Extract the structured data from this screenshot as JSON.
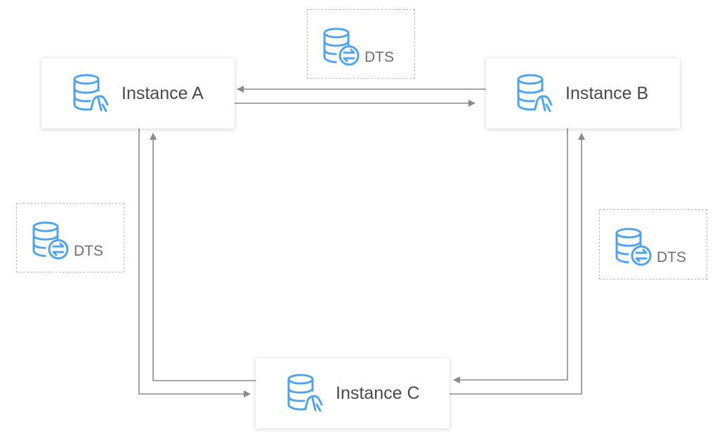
{
  "colors": {
    "icon_blue": "#4fa3f0",
    "arrow_gray": "#8a8a8a",
    "dash_border": "#bdbdbd",
    "label_text": "#4a4a4a"
  },
  "instances": [
    {
      "id": "a",
      "label": "Instance A",
      "icon": "mysql-database-icon"
    },
    {
      "id": "b",
      "label": "Instance B",
      "icon": "mysql-database-icon"
    },
    {
      "id": "c",
      "label": "Instance C",
      "icon": "mysql-database-icon"
    }
  ],
  "dts_boxes": [
    {
      "id": "top",
      "label": "DTS",
      "icon": "dts-sync-database-icon",
      "between": [
        "Instance A",
        "Instance B"
      ]
    },
    {
      "id": "left",
      "label": "DTS",
      "icon": "dts-sync-database-icon",
      "between": [
        "Instance A",
        "Instance C"
      ]
    },
    {
      "id": "right",
      "label": "DTS",
      "icon": "dts-sync-database-icon",
      "between": [
        "Instance B",
        "Instance C"
      ]
    }
  ],
  "connections": [
    {
      "from": "Instance B",
      "to": "Instance A"
    },
    {
      "from": "Instance A",
      "to": "Instance B"
    },
    {
      "from": "Instance A",
      "to": "Instance C"
    },
    {
      "from": "Instance C",
      "to": "Instance A"
    },
    {
      "from": "Instance B",
      "to": "Instance C"
    },
    {
      "from": "Instance C",
      "to": "Instance B"
    }
  ]
}
